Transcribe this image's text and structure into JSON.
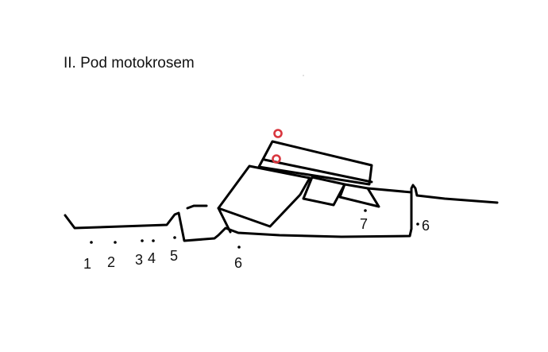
{
  "title": "II. Pod motokrosem",
  "colors": {
    "ink": "#000000",
    "marker": "#d9363e"
  },
  "labels": {
    "p1": "1",
    "p2": "2",
    "p3": "3",
    "p4": "4",
    "p5": "5",
    "p6_low": "6",
    "p7": "7",
    "p6_right": "6"
  }
}
